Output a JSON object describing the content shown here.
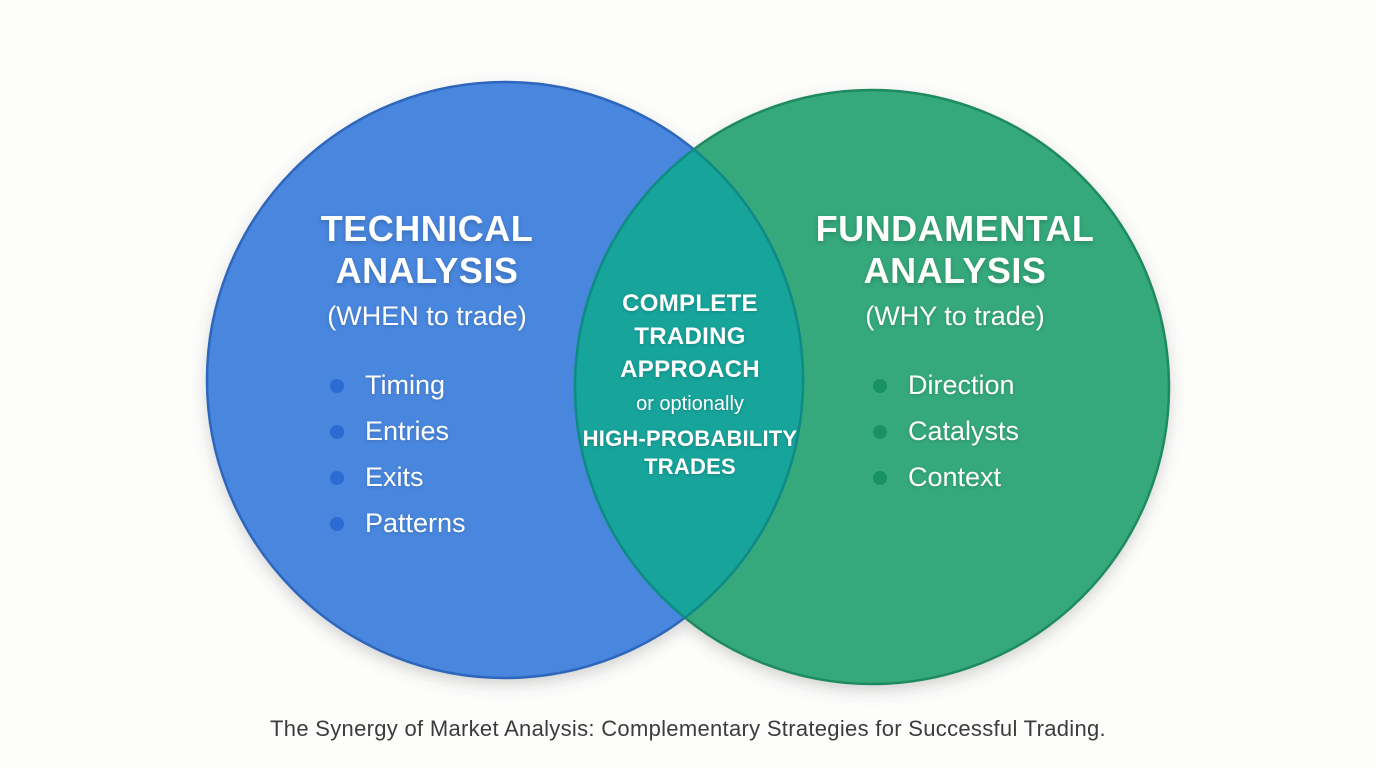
{
  "diagram": {
    "left_circle": {
      "title_line1": "TECHNICAL",
      "title_line2": "ANALYSIS",
      "subtitle": "(WHEN to trade)",
      "items": [
        "Timing",
        "Entries",
        "Exits",
        "Patterns"
      ],
      "fill": "#4a86dd",
      "stroke": "#2e66bd",
      "bullet_color": "#2b6bd3"
    },
    "right_circle": {
      "title_line1": "FUNDAMENTAL",
      "title_line2": "ANALYSIS",
      "subtitle": "(WHY to trade)",
      "items": [
        "Direction",
        "Catalysts",
        "Context"
      ],
      "fill": "#36a87b",
      "stroke": "#1e8a5f",
      "bullet_color": "#1a9164"
    },
    "overlap": {
      "line1": "COMPLETE",
      "line2": "TRADING",
      "line3": "APPROACH",
      "connector": "or optionally",
      "line4": "HIGH-PROBABILITY",
      "line5": "TRADES",
      "fill": "#17a49b",
      "stroke": "#0d8c84"
    },
    "caption": "The Synergy of Market Analysis: Complementary Strategies for Successful Trading.",
    "text_color": "#ffffff"
  }
}
